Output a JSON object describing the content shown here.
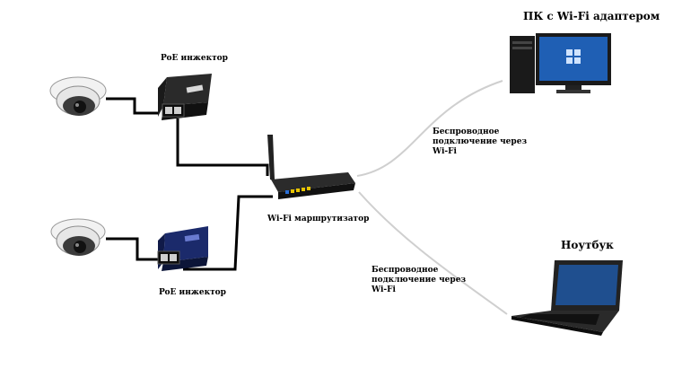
{
  "labels": {
    "poe_top": "PoE инжектор",
    "poe_bottom": "PoE инжектор",
    "router": "Wi-Fi маршрутизатор",
    "pc": "ПК с Wi-Fi адаптером",
    "laptop": "Ноутбук",
    "wireless_upper": "Беспроводное\nподключение через\nWi-Fi",
    "wireless_lower": "Беспроводное\nподключение через\nWi-Fi"
  },
  "colors": {
    "cable": "#000000",
    "wireless": "#cfcfcf",
    "device_dark": "#1a1a1a",
    "injector_blue": "#1b2a6b",
    "screen_blue": "#1f5fb4",
    "camera_white": "#f2f2f2"
  }
}
